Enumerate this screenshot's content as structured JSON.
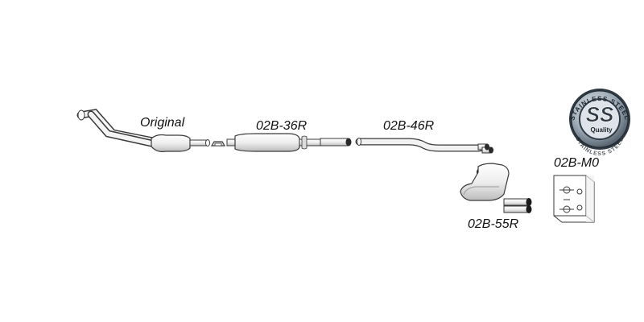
{
  "parts": {
    "original": "Original",
    "front_pipe": "02B-36R",
    "middle_pipe": "02B-46R",
    "rear_silencer": "02B-55R",
    "mounting_kit": "02B-M0"
  },
  "badge": {
    "letters": "SS",
    "ring_text": "STAINLESS STEEL",
    "subtitle": "Quality"
  },
  "colors": {
    "outline": "#3a3a3a",
    "pipe_fill": "#f2f2f2",
    "badge_dark": "#2f3a45",
    "badge_mid": "#7f8d99",
    "badge_light": "#d7dde2"
  }
}
